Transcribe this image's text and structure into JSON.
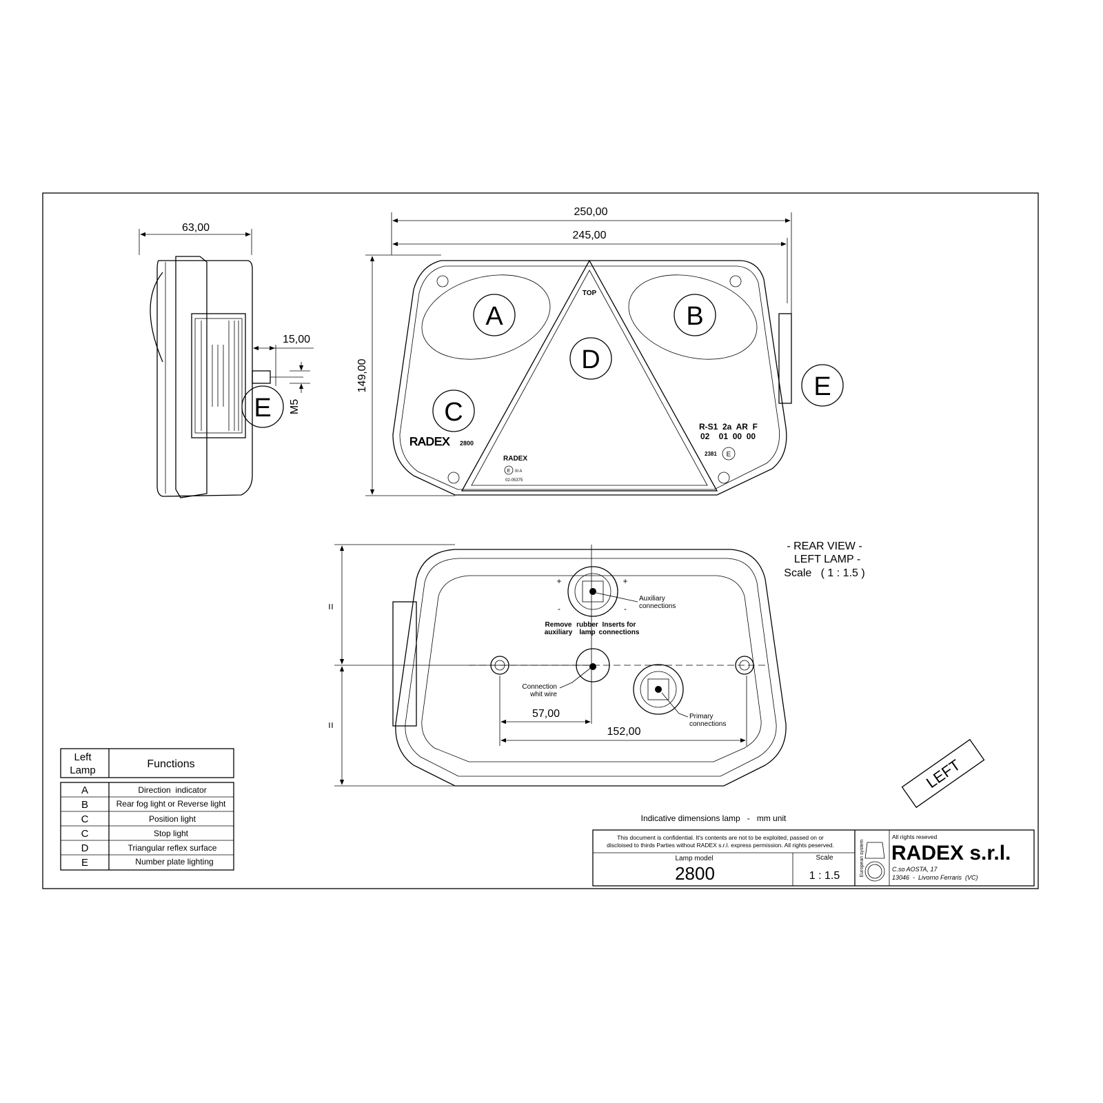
{
  "dimensions": {
    "side_width": "63,00",
    "overall_width": "250,00",
    "body_width": "245,00",
    "height": "149,00",
    "stud_length": "15,00",
    "stud_thread": "M5",
    "hole_offset": "57,00",
    "hole_spacing": "152,00",
    "equal_mark": "="
  },
  "front_view": {
    "labels": [
      "A",
      "B",
      "C",
      "D",
      "E"
    ],
    "top_mark": "TOP",
    "brand": "RADEX",
    "model_mark": "2800",
    "homologation_line1": "R-S1  2a  AR  F",
    "homologation_line2": "02    01  00  00",
    "approval_code": "2381",
    "e_mark": "E",
    "reflex_brand": "RADEX",
    "reflex_class": "III A",
    "reflex_code": "02-05375"
  },
  "side_view": {
    "label": "E"
  },
  "rear_view": {
    "title_line1": "- REAR VIEW -",
    "title_line2": "LEFT LAMP -",
    "title_line3": "Scale   ( 1 : 1.5 )",
    "plus": "+",
    "minus": "-",
    "aux_label_1": "Auxiliary",
    "aux_label_2": "connections",
    "remove_1": "Remove",
    "remove_2": "auxiliary",
    "rubber_1": "rubber",
    "rubber_2": "lamp",
    "inserts_1": "Inserts for",
    "inserts_2": "connections",
    "white_wire_1": "Connection",
    "white_wire_2": "whit wire",
    "primary_1": "Primary",
    "primary_2": "connections"
  },
  "side_stamp": "LEFT",
  "functions_table": {
    "header_lamp": [
      "Left",
      "Lamp"
    ],
    "header_functions": "Functions",
    "rows": [
      {
        "lamp": "A",
        "function": "Direction  indicator"
      },
      {
        "lamp": "B",
        "function": "Rear fog light or Reverse light"
      },
      {
        "lamp": "C",
        "function": "Position light"
      },
      {
        "lamp": "C",
        "function": "Stop light"
      },
      {
        "lamp": "D",
        "function": "Triangular reflex surface"
      },
      {
        "lamp": "E",
        "function": "Number plate lighting"
      }
    ]
  },
  "note": "Indicative dimensions lamp   -   mm unit",
  "title_block": {
    "confidential_1": "This document is confidential.  It's contents are not to be exploited, passed on or",
    "confidential_2": "discloised to thirds Parties without RADEX s.r.l. express permission.  All rights peserved.",
    "lamp_model_label": "Lamp model",
    "lamp_model": "2800",
    "scale_label": "Scale",
    "scale": "1 : 1.5",
    "system_label": "European system",
    "rights": "All rights reseved",
    "company": "RADEX s.r.l.",
    "address_1": "C.so AOSTA, 17",
    "address_2": "13046  -  Livorno Ferraris  (VC)"
  }
}
